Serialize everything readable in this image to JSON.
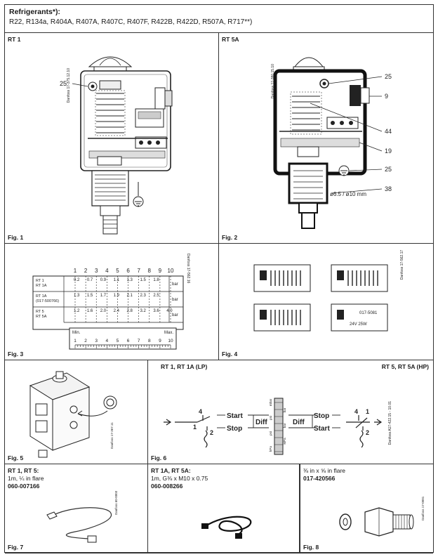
{
  "header": {
    "title": "Refrigerants*):",
    "list": "R22, R134a, R404A, R407A, R407C, R407F, R422B, R422D, R507A, R717**)"
  },
  "fig1": {
    "title": "RT 1",
    "caption": "Fig. 1",
    "callout": "25",
    "stamp": "Danfoss 17-375.12.10"
  },
  "fig2": {
    "title": "RT 5A",
    "caption": "Fig. 2",
    "callouts": [
      "25",
      "9",
      "44",
      "19",
      "25",
      "38"
    ],
    "dim": "ø6.5 / ø10 mm",
    "stamp": "Danfoss 17-380.15.10"
  },
  "fig3": {
    "caption": "Fig. 3",
    "scale_top": [
      "1",
      "2",
      "3",
      "4",
      "5",
      "6",
      "7",
      "8",
      "9",
      "10"
    ],
    "rows": [
      {
        "label": [
          "RT 1",
          "RT 1A"
        ],
        "values": [
          "0.2",
          "0.7",
          "0.9",
          "1.1",
          "1.3",
          "1.5",
          "1.8"
        ],
        "unit": "bar"
      },
      {
        "label": [
          "RT 1A",
          "(017-500766)"
        ],
        "values": [
          "1.3",
          "1.5",
          "1.7",
          "1.9",
          "2.1",
          "2.3",
          "2.5"
        ],
        "unit": "bar"
      },
      {
        "label": [
          "RT 5",
          "RT 5A"
        ],
        "values": [
          "1.2",
          "1.6",
          "2.0",
          "2.4",
          "2.8",
          "3.2",
          "3.6",
          "4.0"
        ],
        "unit": "bar"
      }
    ],
    "min_label": "Min.",
    "max_label": "Max.",
    "scale_bottom": [
      "1",
      "2",
      "3",
      "4",
      "5",
      "6",
      "7",
      "8",
      "9",
      "10"
    ],
    "stamp": "Danfoss 17-562.16"
  },
  "fig4": {
    "caption": "Fig. 4",
    "plate_text": "017-5081",
    "plate_rating": "24V 25W",
    "stamp": "Danfoss 17-562.17"
  },
  "fig5": {
    "caption": "Fig. 5",
    "stamp": "Danfoss 17-367.11"
  },
  "fig6": {
    "caption": "Fig. 6",
    "title_lp": "RT 1, RT 1A (LP)",
    "title_hp": "RT 5, RT 5A (HP)",
    "lp": {
      "start": "Start",
      "stop": "Stop",
      "diff": "Diff",
      "n4": "4",
      "n1": "1",
      "n2": "2"
    },
    "hp": {
      "start": "Start",
      "stop": "Stop",
      "diff": "Diff",
      "n4": "4",
      "n1": "1",
      "n2": "2"
    },
    "scale_marks": [
      "mbar",
      "bar",
      "psi",
      "bar",
      "psi",
      "MPa",
      "kPa"
    ],
    "stamp": "Danfoss A17-422.15 - 10.01"
  },
  "fig7": {
    "caption": "Fig. 7",
    "left": {
      "title": "RT 1, RT 5:",
      "desc": "1m, ¼ in flare",
      "code": "060-007166"
    },
    "right": {
      "title": "RT 1A, RT 5A:",
      "desc": "1m, G⅜ x M10 x 0.75",
      "code": "060-008266"
    },
    "stamp": "Danfoss 60-0003"
  },
  "fig8": {
    "caption": "Fig. 8",
    "desc": "⅜ in x ⅝ in flare",
    "code": "017-420566",
    "stamp": "Danfoss 17-0001"
  }
}
